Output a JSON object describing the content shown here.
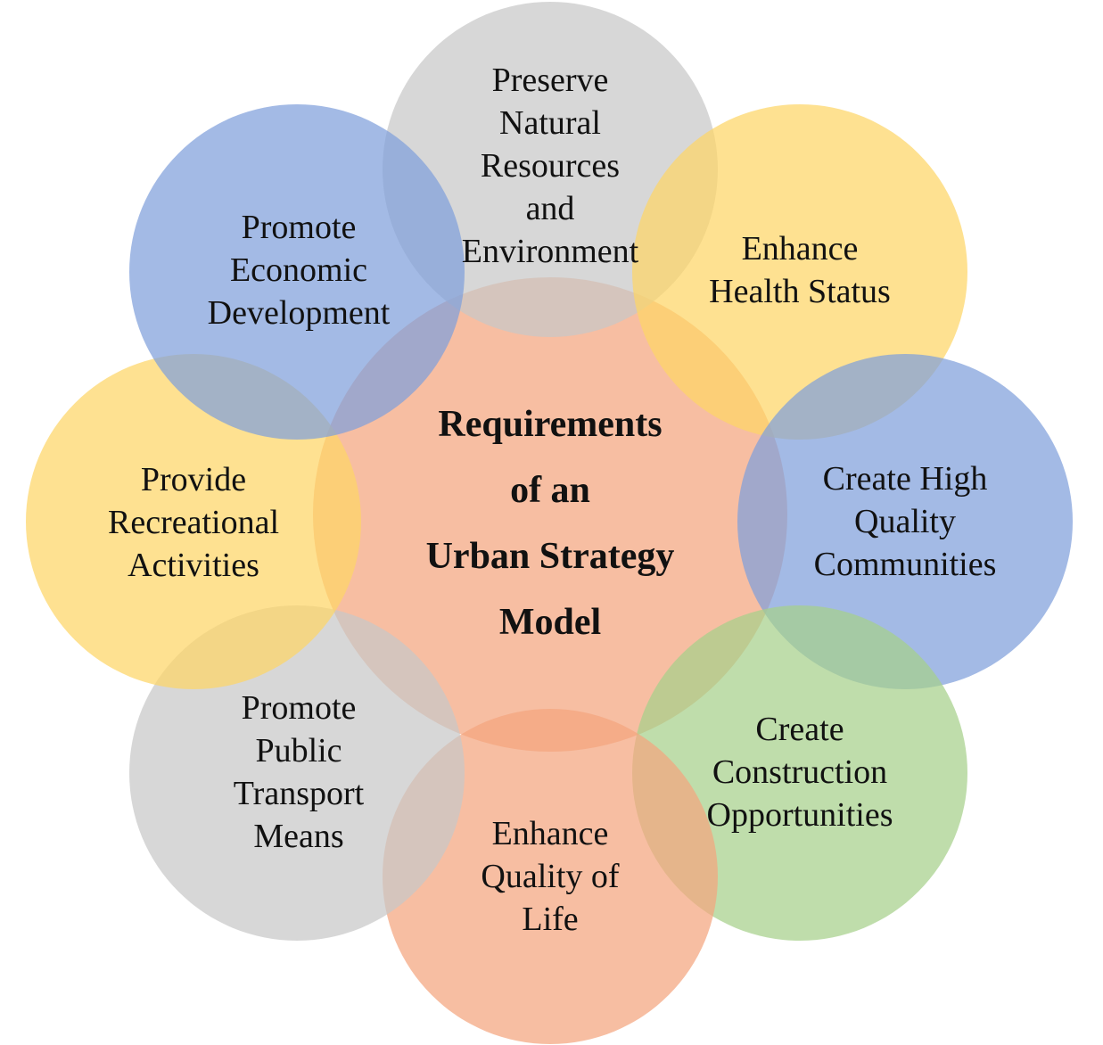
{
  "center": {
    "lines": [
      "Requirements",
      "of an",
      "Urban Strategy",
      "Model"
    ],
    "color": "#F4A57E"
  },
  "nodes": [
    {
      "id": "preserve",
      "lines": [
        "Preserve",
        "Natural",
        "Resources",
        "and",
        "Environment"
      ],
      "color": "#C7C7C7"
    },
    {
      "id": "health",
      "lines": [
        "Enhance",
        "Health Status"
      ],
      "color": "#FDD667"
    },
    {
      "id": "communities",
      "lines": [
        "Create High",
        "Quality",
        "Communities"
      ],
      "color": "#809FDB"
    },
    {
      "id": "construction",
      "lines": [
        "Create",
        "Construction",
        "Opportunities"
      ],
      "color": "#A6D08A"
    },
    {
      "id": "quality-of-life",
      "lines": [
        "Enhance",
        "Quality of",
        "Life"
      ],
      "color": "#F4A57E"
    },
    {
      "id": "transport",
      "lines": [
        "Promote",
        "Public",
        "Transport",
        "Means"
      ],
      "color": "#C7C7C7"
    },
    {
      "id": "recreation",
      "lines": [
        "Provide",
        "Recreational",
        "Activities"
      ],
      "color": "#FDD667"
    },
    {
      "id": "economic",
      "lines": [
        "Promote",
        "Economic",
        "Development"
      ],
      "color": "#809FDB"
    }
  ]
}
